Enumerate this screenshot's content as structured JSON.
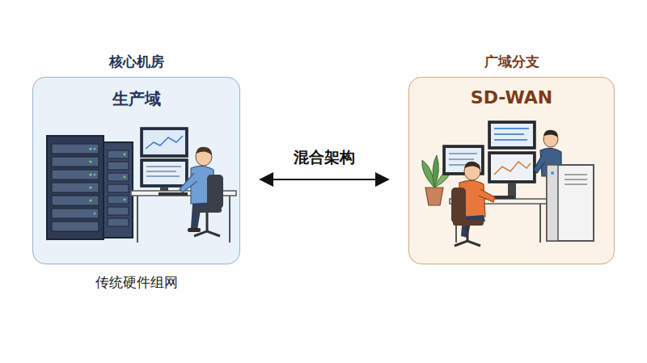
{
  "diagram": {
    "nodes": [
      {
        "text": [
          "核心机房",
          "生产域",
          "传统硬件组网"
        ]
      },
      {
        "text": [
          "广域分支",
          "SD-WAN"
        ]
      }
    ],
    "edges": [
      {
        "from": 0,
        "to": 1,
        "arrow": "both",
        "label": "混合架构"
      }
    ]
  }
}
